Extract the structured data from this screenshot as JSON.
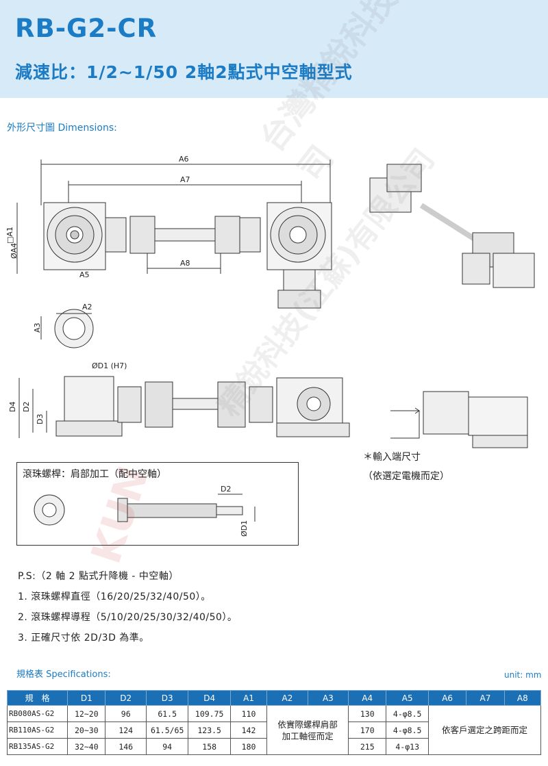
{
  "header": {
    "title": "RB-G2-CR",
    "subtitle": "減速比：1/2~1/50 2軸2點式中空軸型式"
  },
  "dimensions_label": "外形尺寸圖 Dimensions:",
  "labels": {
    "A6": "A6",
    "A7": "A7",
    "A8": "A8",
    "A1": "□A1",
    "A4": "ØA4",
    "A5": "A5",
    "A2": "A2",
    "A3": "A3",
    "D1H7": "ØD1 (H7)",
    "D2": "D2",
    "D3": "D3",
    "D4": "D4",
    "ballscrew_D2": "D2",
    "ballscrew_D1": "ØD1"
  },
  "ballscrew_box": {
    "title": "滾珠螺桿：肩部加工（配中空軸）"
  },
  "input_note": {
    "line1": "＊輸入端尺寸",
    "line2": "（依選定電機而定）"
  },
  "ps": {
    "heading": "P.S:（2 軸 2 點式升降機 - 中空軸）",
    "items": [
      "1. 滾珠螺桿直徑（16/20/25/32/40/50）。",
      "2. 滾珠螺桿導程（5/10/20/25/30/32/40/50）。",
      "3. 正確尺寸依 2D/3D 為準。"
    ]
  },
  "spec": {
    "title": "規格表 Specifications:",
    "unit": "unit: mm",
    "headers": [
      "規　格",
      "D1",
      "D2",
      "D3",
      "D4",
      "A1",
      "A2",
      "A3",
      "A4",
      "A5",
      "A6",
      "A7",
      "A8"
    ],
    "rows": [
      {
        "model": "RB080AS-G2",
        "D1": "12~20",
        "D2": "96",
        "D3": "61.5",
        "D4": "109.75",
        "A1": "110",
        "A4": "130",
        "A5": "4-φ8.5"
      },
      {
        "model": "RB110AS-G2",
        "D1": "20~30",
        "D2": "124",
        "D3": "61.5/65",
        "D4": "123.5",
        "A1": "142",
        "A4": "170",
        "A5": "4-φ8.5"
      },
      {
        "model": "RB135AS-G2",
        "D1": "32~40",
        "D2": "146",
        "D3": "94",
        "D4": "158",
        "A1": "180",
        "A4": "215",
        "A5": "4-φ13"
      }
    ],
    "a2a3_note_line1": "依實際螺桿肩部",
    "a2a3_note_line2": "加工軸徑而定",
    "a6a8_note": "依客戶選定之跨距而定"
  },
  "watermark": {
    "line1": "台灣精銳科技有限公司",
    "line2": "精銳科技(江蘇)有限公司",
    "brand": "KUN"
  },
  "colors": {
    "accent": "#1b7bc4",
    "header_bg": "#d7eaf8",
    "table_header": "#1b6fb5"
  }
}
